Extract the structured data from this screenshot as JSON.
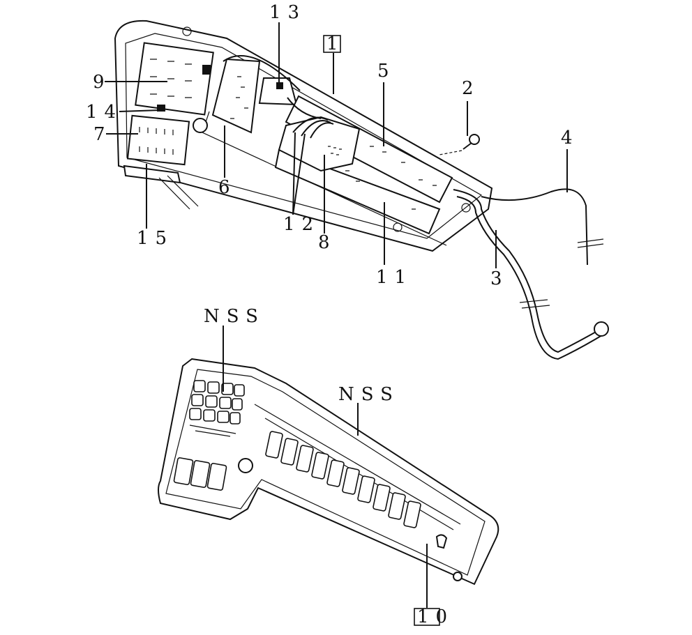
{
  "callouts": {
    "c1": "1",
    "c2": "2",
    "c3": "3",
    "c4": "4",
    "c5": "5",
    "c6": "6",
    "c7": "7",
    "c8": "8",
    "c9": "9",
    "c10": "10",
    "c11": "11",
    "c12": "12",
    "c13": "13",
    "c14": "14",
    "c15": "15",
    "nss_keypad": "NSS",
    "nss_panel": "NSS"
  },
  "boxed_callouts": [
    "1",
    "10"
  ]
}
